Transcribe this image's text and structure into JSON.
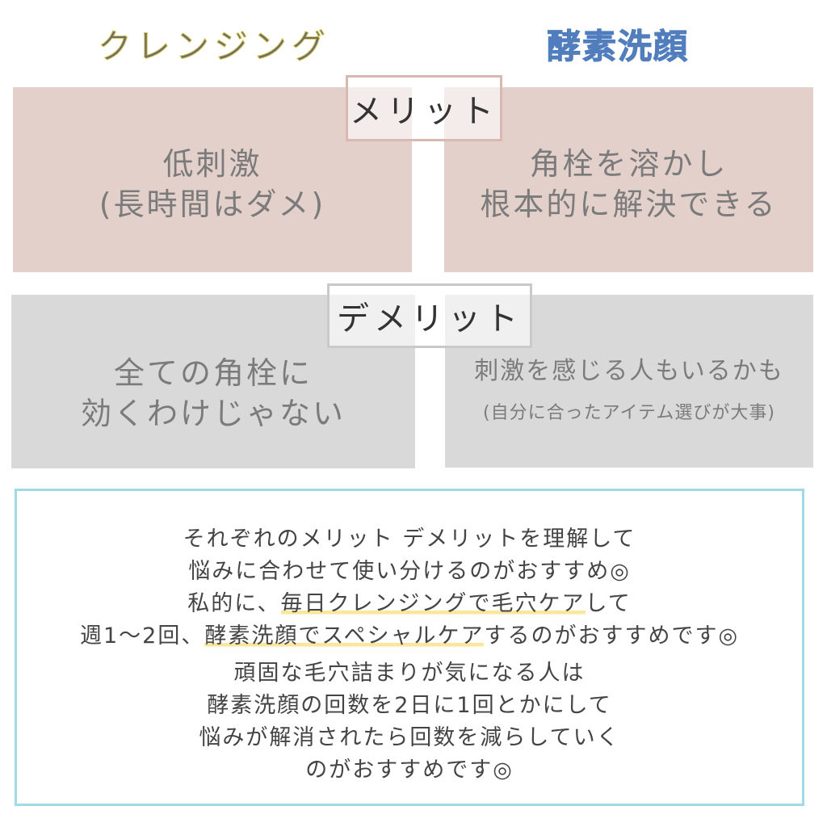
{
  "columns": {
    "left_title": "クレンジング",
    "right_title": "酵素洗顔",
    "left_color": "#d9c95a",
    "right_color": "#4f7dbf"
  },
  "merit": {
    "label": "メリット",
    "left_text": "低刺激\n(長時間はダメ)",
    "right_text": "角栓を溶かし\n根本的に解決できる",
    "panel_color": "#e3d0cb"
  },
  "demerit": {
    "label": "デメリット",
    "left_text": "全ての角栓に\n効くわけじゃない",
    "right_text": "刺激を感じる人もいるかも",
    "right_subtext": "(自分に合ったアイテム選びが大事)",
    "panel_color": "#d9d9d9"
  },
  "summary": {
    "border_color": "#9fdbe6",
    "highlight_color": "#fbe79b",
    "line1": "それぞれのメリット デメリットを理解して",
    "line2": "悩みに合わせて使い分けるのがおすすめ◎",
    "line3_pre": "私的に、",
    "line3_hl": "毎日クレンジングで毛穴ケア",
    "line3_post": "して",
    "line4_pre": "週1〜2回、",
    "line4_hl": "酵素洗顔でスペシャルケア",
    "line4_post": "するのがおすすめです◎",
    "line5": "頑固な毛穴詰まりが気になる人は",
    "line6": "酵素洗顔の回数を2日に1回とかにして",
    "line7": "悩みが解消されたら回数を減らしていく",
    "line8": "のがおすすめです◎"
  }
}
